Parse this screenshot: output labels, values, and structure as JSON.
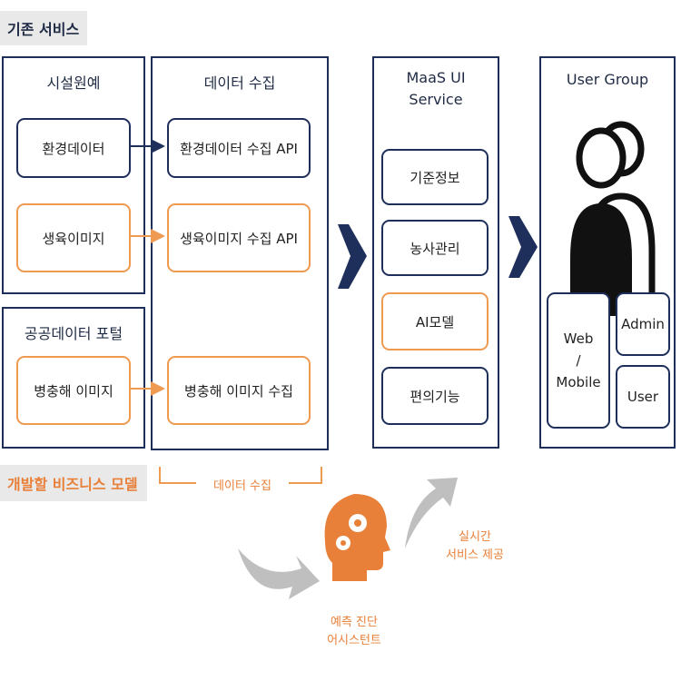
{
  "existing_service": {
    "label": "기존 서비스"
  },
  "business_model": {
    "label": "개발할 비즈니스 모델"
  },
  "facility": {
    "title": "시설원예",
    "env_data": "환경데이터",
    "growth_image": "생육이미지"
  },
  "public_portal": {
    "title": "공공데이터 포털",
    "pest_image": "병충해 이미지"
  },
  "data_collection": {
    "title": "데이터 수집",
    "env_api": "환경데이터 수집 API",
    "growth_api": "생육이미지 수집 API",
    "pest_collect": "병충해 이미지 수집",
    "bracket_label": "데이터 수집"
  },
  "maas": {
    "title_line1": "MaaS UI",
    "title_line2": "Service",
    "items": [
      "기준정보",
      "농사관리",
      "AI모델",
      "편의기능"
    ]
  },
  "user_group": {
    "title": "User Group",
    "web_line1": "Web",
    "web_line2": "/",
    "web_line3": "Mobile",
    "admin": "Admin",
    "user": "User"
  },
  "realtime": {
    "line1": "실시간",
    "line2": "서비스 제공"
  },
  "assistant": {
    "line1": "예측 진단",
    "line2": "어시스턴트"
  },
  "colors": {
    "navy": "#1f2f5c",
    "orange": "#ee9a50",
    "gray_arrow": "#bfbfbf",
    "head_orange": "#e8803a"
  }
}
